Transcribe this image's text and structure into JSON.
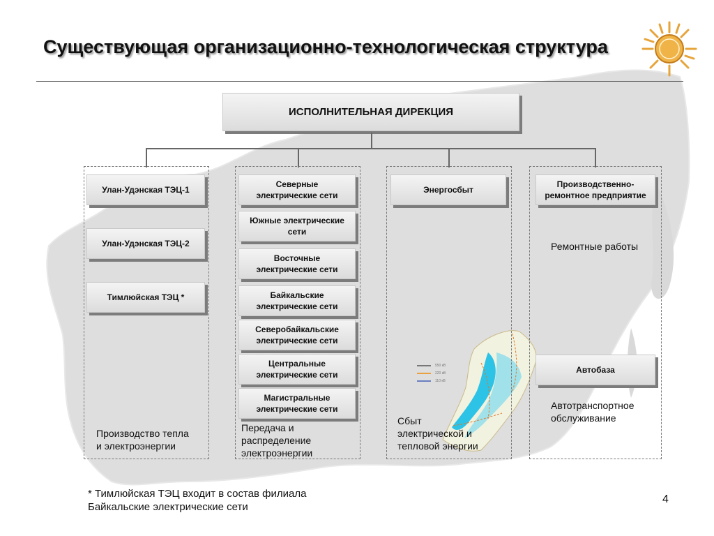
{
  "title": "Существующая организационно-технологическая структура",
  "root": "ИСПОЛНИТЕЛЬНАЯ ДИРЕКЦИЯ",
  "col1": {
    "boxes": [
      "Улан-Удэнская ТЭЦ-1",
      "Улан-Удэнская ТЭЦ-2",
      "Тимлюйская ТЭЦ *"
    ],
    "note": "Производство тепла\nи электроэнергии"
  },
  "col2": {
    "boxes": [
      "Северные\nэлектрические сети",
      "Южные электрические\nсети",
      "Восточные\nэлектрические сети",
      "Байкальские\nэлектрические сети",
      "Северобайкальские\nэлектрические сети",
      "Центральные\nэлектрические  сети",
      "Магистральные\nэлектрические  сети"
    ],
    "note": "Передача и\nраспределение\nэлектроэнергии"
  },
  "col3": {
    "boxes": [
      "Энергосбыт"
    ],
    "note": "Сбыт\nэлектрической и\nтепловой энергии"
  },
  "col4": {
    "boxes": [
      "Производственно-\nремонтное предприятие",
      "Автобаза"
    ],
    "notes": [
      "Ремонтные работы",
      "Автотранспортное\nобслуживание"
    ]
  },
  "legend": [
    "550 кВ",
    "220 кВ",
    "110 кВ"
  ],
  "legend_colors": [
    "#777777",
    "#e8a040",
    "#6a7fc0"
  ],
  "footnote": "* Тимлюйская ТЭЦ входит в состав филиала\nБайкальские электрические сети",
  "page_number": "4",
  "colors": {
    "box_fill": "#e6e6e6",
    "box_shadow": "#7c7c7c",
    "map_fill": "#dcdcdc",
    "lake": "#29c4e8",
    "logo": "#e8a23a"
  }
}
